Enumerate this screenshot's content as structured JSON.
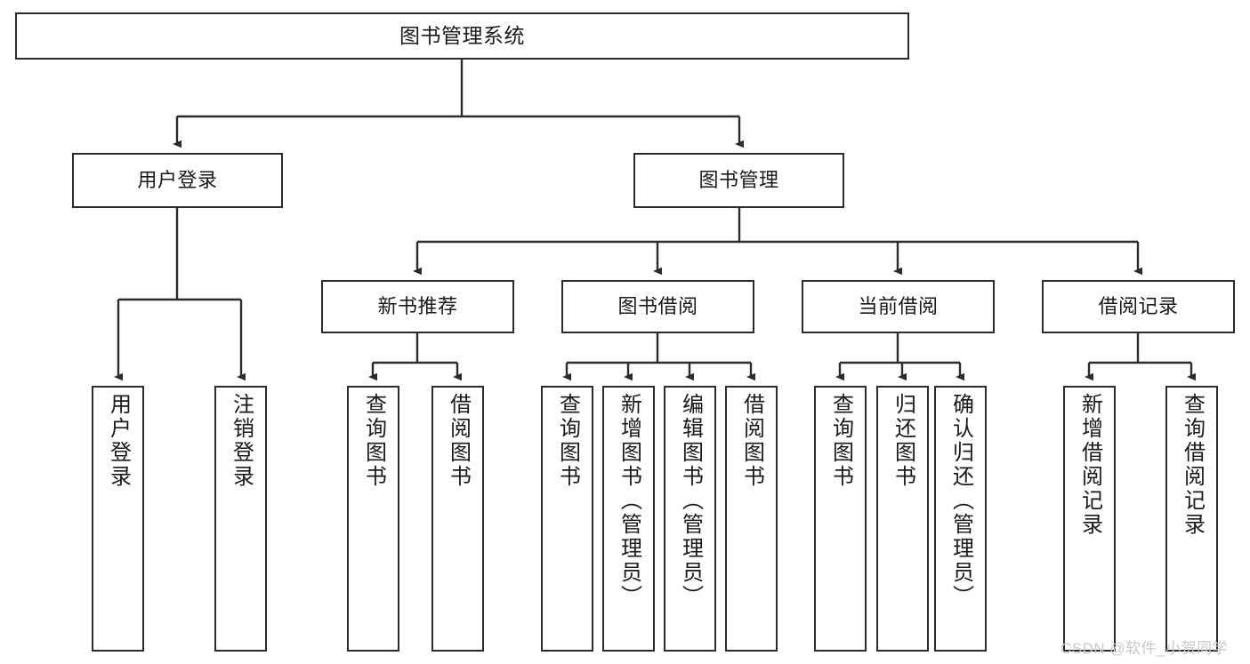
{
  "diagram": {
    "title": "图书管理系统",
    "type": "hierarchy-tree",
    "watermark": "CSDN @软件_小贺同学",
    "colors": {
      "box_border": "#2b2b2b",
      "box_fill": "#ffffff",
      "edge": "#2b2b2b",
      "text": "#1a1a1a",
      "watermark": "#c9c9c9",
      "background": "#ffffff"
    },
    "levels": {
      "root": {
        "label": "图书管理系统"
      },
      "level2": [
        {
          "label": "用户登录"
        },
        {
          "label": "图书管理"
        }
      ],
      "level3": [
        {
          "label": "新书推荐"
        },
        {
          "label": "图书借阅"
        },
        {
          "label": "当前借阅"
        },
        {
          "label": "借阅记录"
        }
      ],
      "leaves": {
        "user_login": [
          {
            "label": "用户登录"
          },
          {
            "label": "注销登录"
          }
        ],
        "new_book_recommend": [
          {
            "label": "查询图书"
          },
          {
            "label": "借阅图书"
          }
        ],
        "book_borrow": [
          {
            "label": "查询图书"
          },
          {
            "label": "新增图书（管理员）"
          },
          {
            "label": "编辑图书（管理员）"
          },
          {
            "label": "借阅图书"
          }
        ],
        "current_borrow": [
          {
            "label": "查询图书"
          },
          {
            "label": "归还图书"
          },
          {
            "label": "确认归还（管理员）"
          }
        ],
        "borrow_records": [
          {
            "label": "新增借阅记录"
          },
          {
            "label": "查询借阅记录"
          }
        ]
      }
    }
  }
}
